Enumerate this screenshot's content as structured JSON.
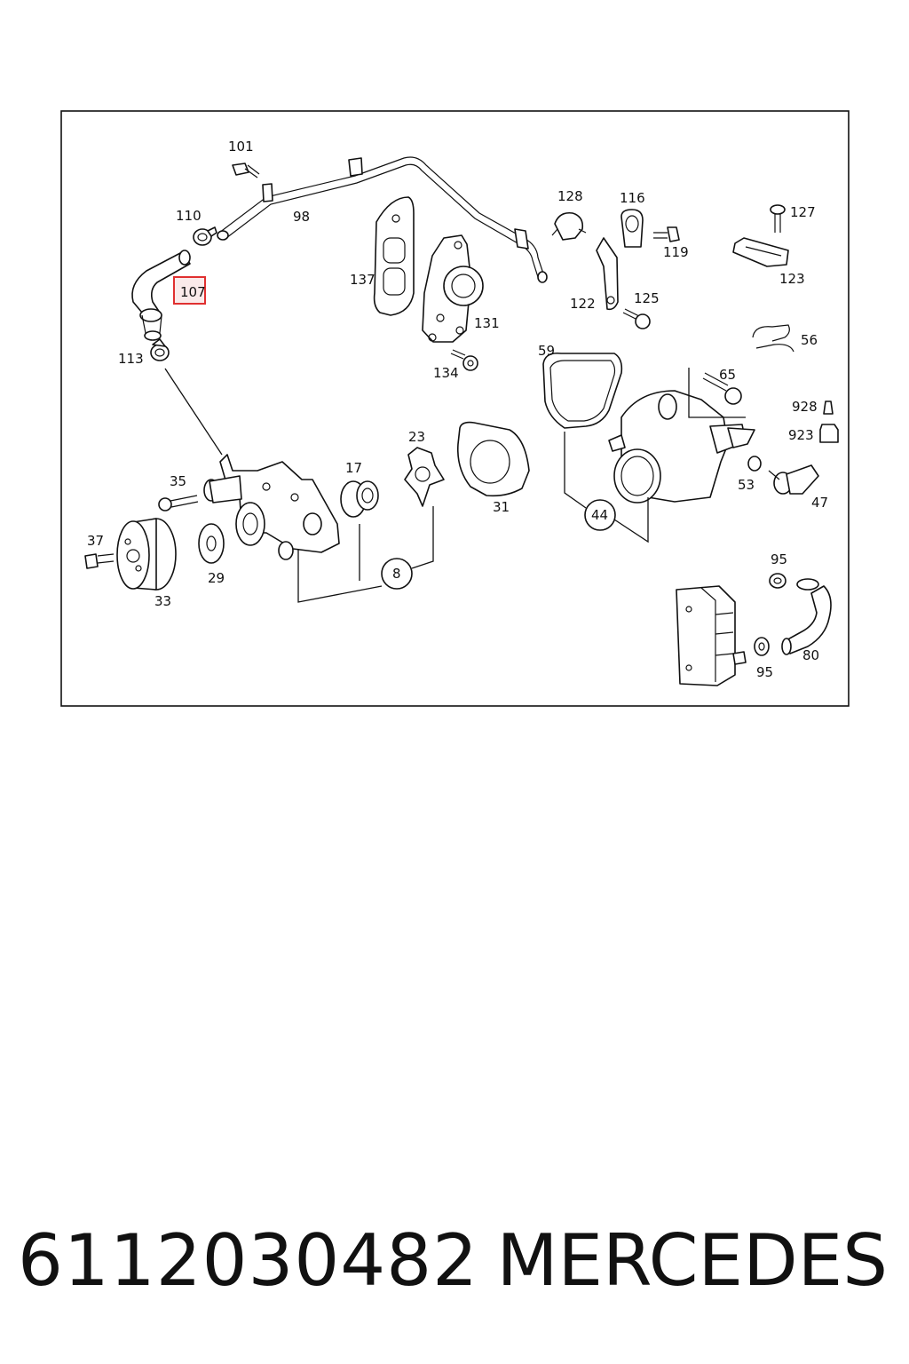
{
  "diagram": {
    "labels": {
      "l101": "101",
      "l110": "110",
      "l98": "98",
      "l107": "107",
      "l113": "113",
      "l137": "137",
      "l131": "131",
      "l134": "134",
      "l128": "128",
      "l116": "116",
      "l119": "119",
      "l127": "127",
      "l123": "123",
      "l122": "122",
      "l125": "125",
      "l56": "56",
      "l59": "59",
      "l65": "65",
      "l928": "928",
      "l923": "923",
      "l53": "53",
      "l47": "47",
      "l44": "44",
      "l23": "23",
      "l31": "31",
      "l17": "17",
      "l35": "35",
      "l37": "37",
      "l29": "29",
      "l33": "33",
      "l8": "8",
      "l95a": "95",
      "l95b": "95",
      "l80": "80"
    },
    "highlighted_label": "107",
    "highlight_color": "#e03030"
  },
  "footer": {
    "part_number": "6112030482",
    "brand": "MERCEDES"
  }
}
